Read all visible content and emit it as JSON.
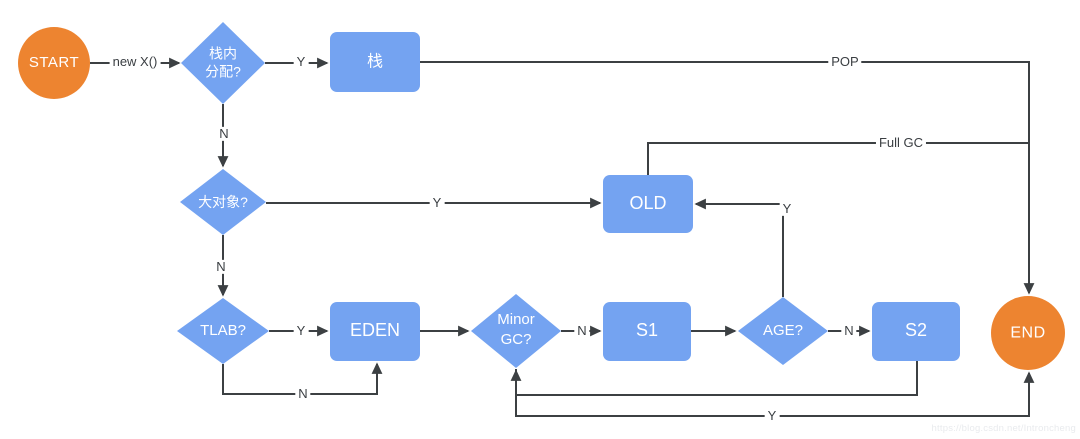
{
  "colors": {
    "terminal_orange": "#ED8430",
    "node_blue": "#74A3F1",
    "connector": "#3C4043",
    "edge_label_text": "#3A3E42",
    "watermark_text": "#E9EBEE"
  },
  "nodes": {
    "start": {
      "label": "START"
    },
    "stack_alloc": {
      "line1": "栈内",
      "line2": "分配?"
    },
    "stack": {
      "label": "栈"
    },
    "big_object": {
      "label": "大对象?"
    },
    "old": {
      "label": "OLD"
    },
    "tlab": {
      "label": "TLAB?"
    },
    "eden": {
      "label": "EDEN"
    },
    "minor_gc": {
      "line1": "Minor",
      "line2": "GC?"
    },
    "s1": {
      "label": "S1"
    },
    "age": {
      "label": "AGE?"
    },
    "s2": {
      "label": "S2"
    },
    "end": {
      "label": "END"
    }
  },
  "edge_labels": {
    "new_object": "new X()",
    "stack_alloc_yes": "Y",
    "stack_pop": "POP",
    "stack_alloc_no": "N",
    "big_object_yes": "Y",
    "big_object_no": "N",
    "full_gc": "Full GC",
    "tlab_yes": "Y",
    "tlab_no": "N",
    "minor_gc_no": "N",
    "age_yes": "Y",
    "age_no": "N",
    "minor_gc_yes": "Y"
  },
  "watermark": "https://blog.csdn.net/Introncheng"
}
